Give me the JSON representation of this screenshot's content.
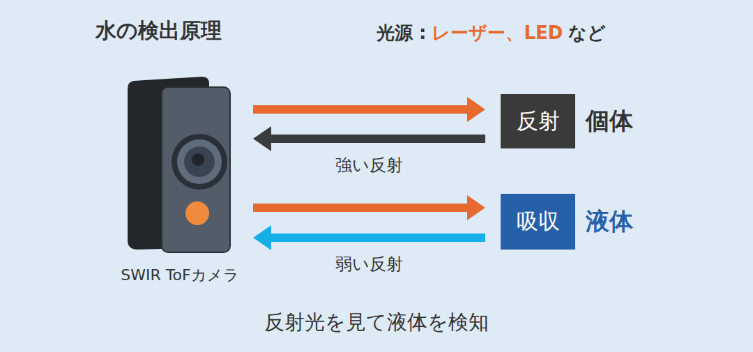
{
  "diagram": {
    "title": "水の検出原理",
    "caption": "反射光を見て液体を検知",
    "nodes": [
      {
        "text": [
          "SWIR ToFカメラ"
        ]
      },
      {
        "text": [
          "反射",
          "個体"
        ]
      },
      {
        "text": [
          "吸収",
          "液体"
        ]
      }
    ],
    "edges": [
      {
        "from": 0,
        "to": 1,
        "arrow": "to"
      },
      {
        "from": 1,
        "to": 0,
        "arrow": "to",
        "label": "強い反射"
      },
      {
        "from": 0,
        "to": 2,
        "arrow": "to"
      },
      {
        "from": 2,
        "to": 0,
        "arrow": "to",
        "label": "弱い反射"
      }
    ],
    "labels": [
      "光源 :",
      "レーザー、LED",
      "など"
    ]
  }
}
